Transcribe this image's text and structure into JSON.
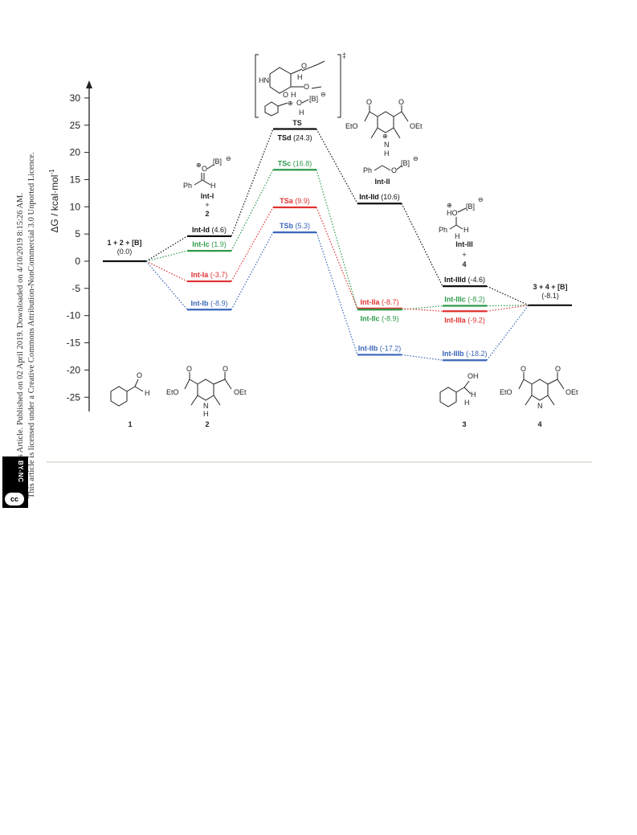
{
  "sidebar": {
    "line1": "Open Access Article. Published on 02 April 2019. Downloaded on 4/10/2019 8:15:26 AM.",
    "line2": "This article is licensed under a Creative Commons Attribution-NonCommercial 3.0 Unported Licence.",
    "badge_cc": "cc",
    "badge_by": "BY-NC"
  },
  "diagram": {
    "ylabel": "ΔG / kcal·mol",
    "ylabel_sup": "-1",
    "yticks": [
      30,
      25,
      20,
      15,
      10,
      5,
      0,
      -5,
      -10,
      -15,
      -20,
      -25
    ],
    "colors": {
      "a": "#e03030",
      "b": "#3a66b8",
      "c": "#2e9a4a",
      "d": "#111111"
    },
    "levels": [
      {
        "id": "start",
        "label": "1 + 2 + [B]",
        "value_text": "(0.0)",
        "value": 0.0,
        "color": "d"
      },
      {
        "id": "IntId",
        "label": "Int-Id",
        "value_text": "(4.6)",
        "value": 4.6,
        "color": "d"
      },
      {
        "id": "IntIc",
        "label": "Int-Ic",
        "value_text": "(1.9)",
        "value": 1.9,
        "color": "c"
      },
      {
        "id": "IntIa",
        "label": "Int-Ia",
        "value_text": "(-3.7)",
        "value": -3.7,
        "color": "a"
      },
      {
        "id": "IntIb",
        "label": "Int-Ib",
        "value_text": "(-8.9)",
        "value": -8.9,
        "color": "b"
      },
      {
        "id": "TSd",
        "label": "TSd",
        "value_text": "(24.3)",
        "value": 24.3,
        "color": "d"
      },
      {
        "id": "TSc",
        "label": "TSc",
        "value_text": "(16.8)",
        "value": 16.8,
        "color": "c"
      },
      {
        "id": "TSa",
        "label": "TSa",
        "value_text": "(9.9)",
        "value": 9.9,
        "color": "a"
      },
      {
        "id": "TSb",
        "label": "TSb",
        "value_text": "(5.3)",
        "value": 5.3,
        "color": "b"
      },
      {
        "id": "IntIId",
        "label": "Int-IId",
        "value_text": "(10.6)",
        "value": 10.6,
        "color": "d"
      },
      {
        "id": "IntIIa",
        "label": "Int-IIa",
        "value_text": "(-8.7)",
        "value": -8.7,
        "color": "a"
      },
      {
        "id": "IntIIc",
        "label": "Int-IIc",
        "value_text": "(-8.9)",
        "value": -8.9,
        "color": "c"
      },
      {
        "id": "IntIIb",
        "label": "Int-IIb",
        "value_text": "(-17.2)",
        "value": -17.2,
        "color": "b"
      },
      {
        "id": "IntIIId",
        "label": "Int-IIId",
        "value_text": "(-4.6)",
        "value": -4.6,
        "color": "d"
      },
      {
        "id": "IntIIIc",
        "label": "Int-IIIc",
        "value_text": "(-8.2)",
        "value": -8.2,
        "color": "c"
      },
      {
        "id": "IntIIIa",
        "label": "Int-IIIa",
        "value_text": "(-9.2)",
        "value": -9.2,
        "color": "a"
      },
      {
        "id": "IntIIIb",
        "label": "Int-IIIb",
        "value_text": "(-18.2)",
        "value": -18.2,
        "color": "b"
      },
      {
        "id": "end",
        "label": "3 + 4 + [B]",
        "value_text": "(-8.1)",
        "value": -8.1,
        "color": "d"
      }
    ],
    "paths": [
      {
        "color": "d",
        "nodes": [
          "start",
          "IntId",
          "TSd",
          "IntIId",
          "IntIIId",
          "end"
        ]
      },
      {
        "color": "c",
        "nodes": [
          "start",
          "IntIc",
          "TSc",
          "IntIIc",
          "IntIIIc",
          "end"
        ]
      },
      {
        "color": "a",
        "nodes": [
          "start",
          "IntIa",
          "TSa",
          "IntIIa",
          "IntIIIa",
          "end"
        ]
      },
      {
        "color": "b",
        "nodes": [
          "start",
          "IntIb",
          "TSb",
          "IntIIb",
          "IntIIIb",
          "end"
        ]
      }
    ],
    "structures": {
      "intI_name": "Int-I",
      "intI_plus": "+",
      "intI_num": "2",
      "intI_B": "[B]",
      "intI_O": "O",
      "intI_Ph": "Ph",
      "intI_H": "H",
      "ts_name": "TS",
      "ts_dagger": "‡",
      "ts_HN": "HN",
      "ts_B": "[B]",
      "ts_H": "H",
      "ts_O": "O",
      "intII_name": "Int-II",
      "intII_EtO": "EtO",
      "intII_OEt": "OEt",
      "intII_N": "N",
      "intII_H": "H",
      "intII_Ph": "Ph",
      "intII_O": "O",
      "intII_B": "[B]",
      "intIII_name": "Int-III",
      "intIII_plus": "+",
      "intIII_num": "4",
      "intIII_HO": "HO",
      "intIII_B": "[B]",
      "intIII_Ph": "Ph",
      "intIII_H": "H",
      "mol1_num": "1",
      "mol1_H": "H",
      "mol1_O": "O",
      "mol2_num": "2",
      "mol2_EtO": "EtO",
      "mol2_OEt": "OEt",
      "mol2_N": "N",
      "mol2_H": "H",
      "mol2_O": "O",
      "mol3_num": "3",
      "mol3_OH": "OH",
      "mol3_H": "H",
      "mol4_num": "4",
      "mol4_EtO": "EtO",
      "mol4_OEt": "OEt",
      "mol4_N": "N",
      "mol4_O": "O",
      "plus_sign": "⊕",
      "minus_sign": "⊖"
    }
  }
}
